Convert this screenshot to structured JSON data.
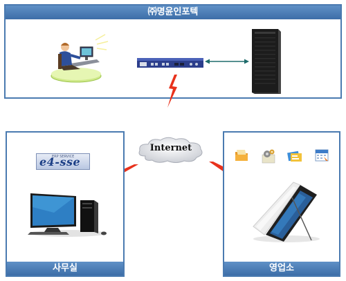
{
  "header": {
    "title": "㈜명윤인포텍"
  },
  "cloud": {
    "label": "Internet"
  },
  "left_panel": {
    "title": "사무실",
    "logo": {
      "text": "e4-sse",
      "small_text": "ERP SERVICE"
    }
  },
  "right_panel": {
    "title": "영업소"
  },
  "colors": {
    "panel_border": "#4a7ab0",
    "title_bar": "#4a7cb5",
    "lightning": "#e8321c",
    "arrow": "#1e6b6b"
  },
  "icons": [
    "user-at-computer-icon",
    "network-switch-icon",
    "server-tower-icon",
    "desktop-computer-icon",
    "smartphone-icon",
    "app-icon-folder",
    "app-icon-gears",
    "app-icon-cards",
    "app-icon-calendar"
  ]
}
